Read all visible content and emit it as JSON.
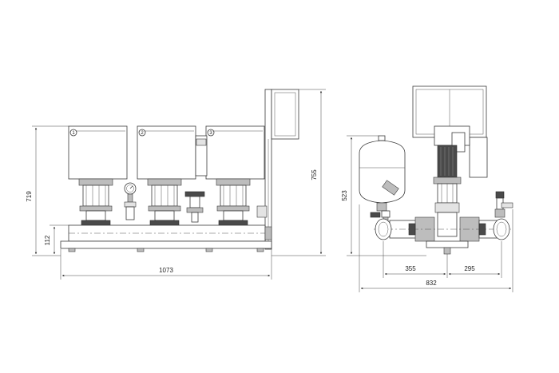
{
  "front_view": {
    "pump_numbers": [
      "1",
      "2",
      "3"
    ],
    "dimensions": {
      "overall_width": "1073",
      "height_to_motor_top": "719",
      "height_to_panel_top": "755",
      "manifold_height": "112"
    }
  },
  "side_view": {
    "dimensions": {
      "tank_height": "523",
      "inlet_offset": "355",
      "outlet_offset": "295",
      "overall_depth": "832"
    }
  }
}
